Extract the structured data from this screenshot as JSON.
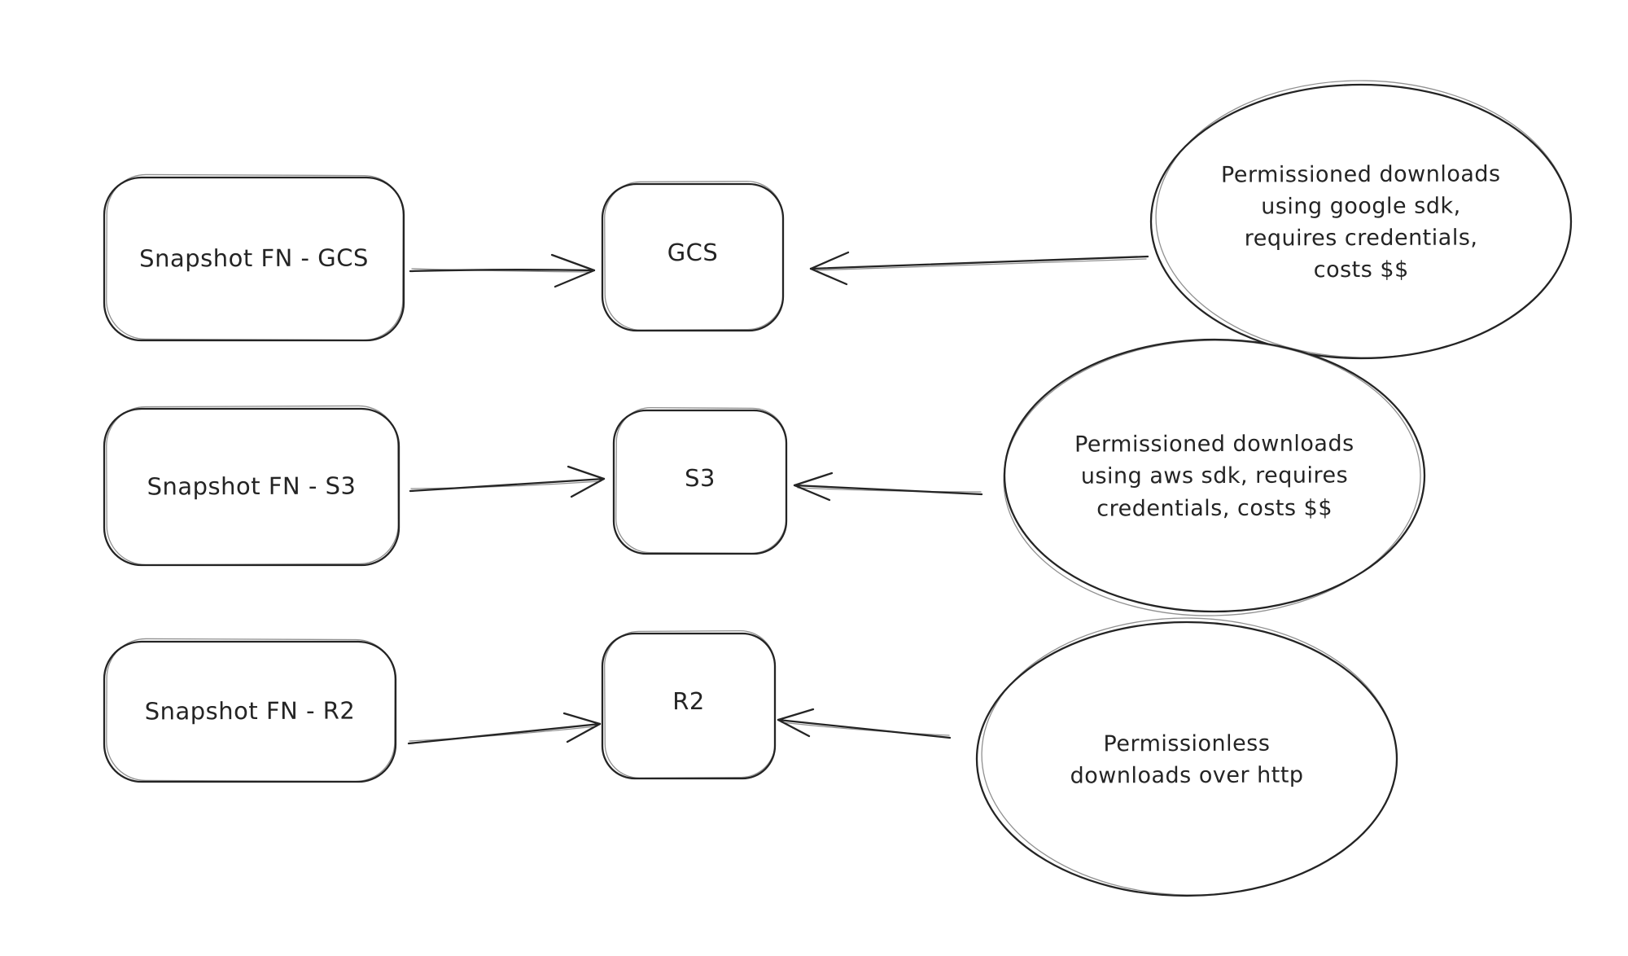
{
  "palette": {
    "ink": "#242424",
    "background": "#ffffff"
  },
  "rows": [
    {
      "source": "Snapshot FN - GCS",
      "target": "GCS",
      "note": "Permissioned downloads\nusing google sdk,\nrequires credentials,\ncosts $$"
    },
    {
      "source": "Snapshot FN - S3",
      "target": "S3",
      "note": "Permissioned downloads\nusing aws sdk, requires\ncredentials, costs $$"
    },
    {
      "source": "Snapshot FN - R2",
      "target": "R2",
      "note": "Permissionless\ndownloads over http"
    }
  ]
}
